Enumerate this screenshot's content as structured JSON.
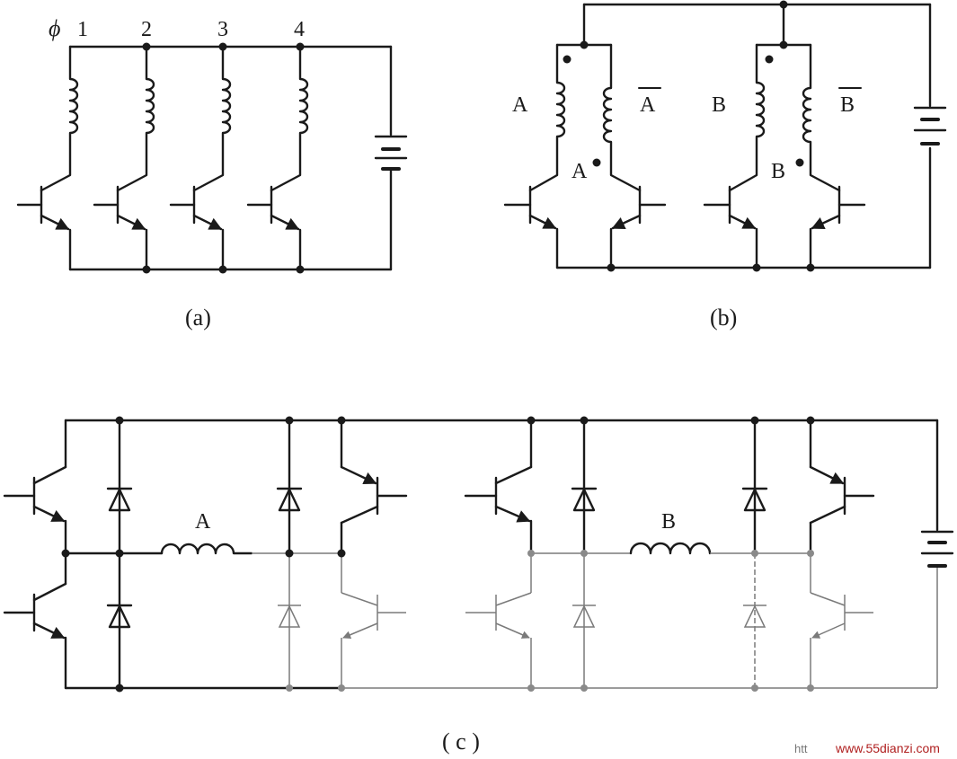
{
  "diagram_a": {
    "caption": "(a)",
    "phase_symbol": "ϕ",
    "phase_labels": [
      "1",
      "2",
      "3",
      "4"
    ]
  },
  "diagram_b": {
    "caption": "(b)",
    "winding_labels": [
      "A",
      "A",
      "B",
      "B"
    ],
    "dot_labels": [
      "A",
      "B"
    ]
  },
  "diagram_c": {
    "caption": "( c )",
    "coil_labels": [
      "A",
      "B"
    ]
  },
  "watermark": {
    "prefix": "htt",
    "site": "www.55dianzi.com"
  }
}
